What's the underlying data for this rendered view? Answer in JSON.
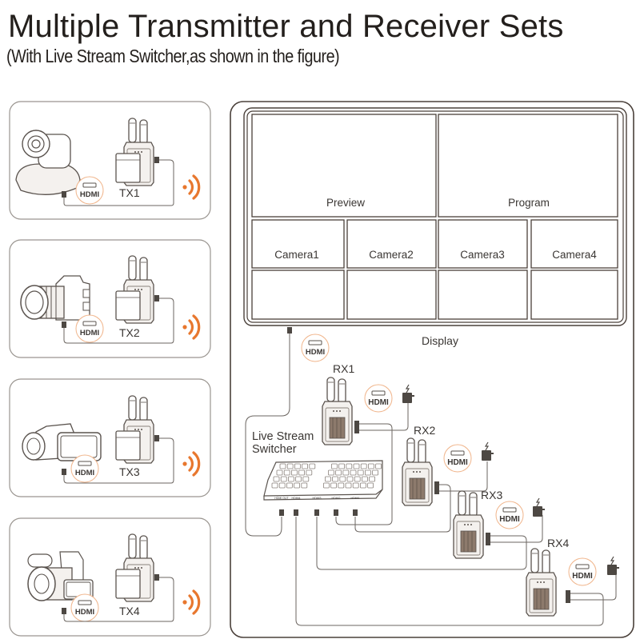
{
  "header": {
    "title": "Multiple Transmitter and Receiver Sets",
    "subtitle": "(With Live Stream Switcher,as shown in the figure)"
  },
  "colors": {
    "accent": "#e8772e",
    "line": "#6b6560",
    "frame": "#4a403a",
    "panel_border": "#9a9590"
  },
  "transmitters": [
    {
      "label": "TX1",
      "source": "PTZ camera",
      "port": "HDMI",
      "source_icon": "ptz-camera-icon"
    },
    {
      "label": "TX2",
      "source": "DSLR camera",
      "port": "HDMI",
      "source_icon": "dslr-camera-icon"
    },
    {
      "label": "TX3",
      "source": "Handheld camcorder",
      "port": "HDMI",
      "source_icon": "camcorder-icon"
    },
    {
      "label": "TX4",
      "source": "Professional camcorder",
      "port": "HDMI",
      "source_icon": "pro-camcorder-icon"
    }
  ],
  "display": {
    "label": "Display",
    "port": "HDMI",
    "main_screens": [
      "Preview",
      "Program"
    ],
    "camera_screens": [
      "Camera1",
      "Camera2",
      "Camera3",
      "Camera4"
    ]
  },
  "switcher": {
    "label_line1": "Live Stream",
    "label_line2": "Switcher",
    "ports": [
      "HDMI OUT",
      "HDMI4",
      "HDMI3",
      "HDMI2",
      "HDMI1"
    ]
  },
  "receivers": [
    {
      "label": "RX1",
      "port": "HDMI"
    },
    {
      "label": "RX2",
      "port": "HDMI"
    },
    {
      "label": "RX3",
      "port": "HDMI"
    },
    {
      "label": "RX4",
      "port": "HDMI"
    }
  ]
}
